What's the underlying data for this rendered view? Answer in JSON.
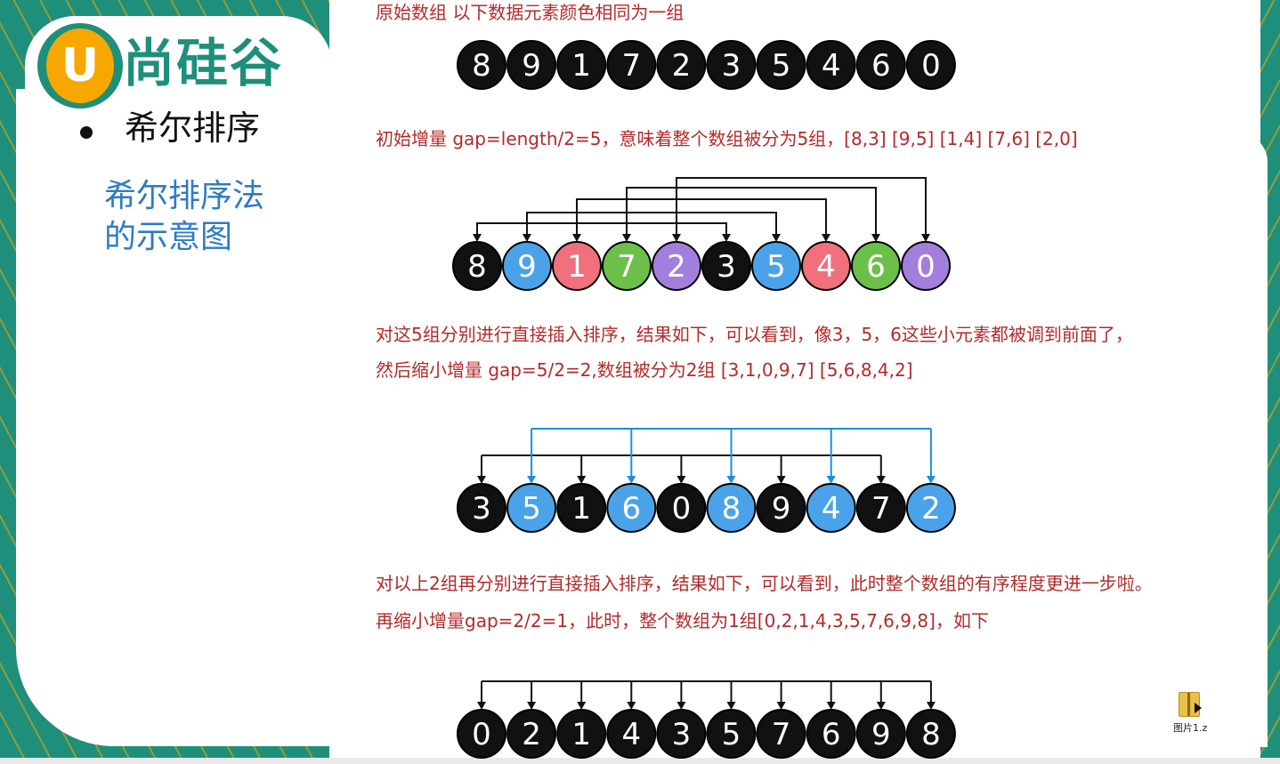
{
  "logo": {
    "letter": "U",
    "text": "尚硅谷"
  },
  "slide": {
    "bullet": "希尔排序",
    "caption_line1": "希尔排序法",
    "caption_line2": "的示意图"
  },
  "notes": {
    "n1": "原始数组  以下数据元素颜色相同为一组",
    "n2": "初始增量 gap=length/2=5，意味着整个数组被分为5组，[8,3] [9,5] [1,4] [7,6] [2,0]",
    "n3": "对这5组分别进行直接插入排序，结果如下，可以看到，像3，5，6这些小元素都被调到前面了，",
    "n4": "然后缩小增量 gap=5/2=2,数组被分为2组 [3,1,0,9,7] [5,6,8,4,2]",
    "n5": "对以上2组再分别进行直接插入排序，结果如下，可以看到，此时整个数组的有序程度更进一步啦。",
    "n6": "再缩小增量gap=2/2=1，此时，整个数组为1组[0,2,1,4,3,5,7,6,9,8]，如下"
  },
  "colors": {
    "black": "#111111",
    "blue": "#4aa3e8",
    "red": "#f0707c",
    "green": "#6cc04a",
    "purple": "#a27fdc",
    "arrow_blue": "#1a8ee6",
    "note_red": "#b32a2a"
  },
  "rows": [
    {
      "values": [
        "8",
        "9",
        "1",
        "7",
        "2",
        "3",
        "5",
        "4",
        "6",
        "0"
      ],
      "colors": [
        "black",
        "black",
        "black",
        "black",
        "black",
        "black",
        "black",
        "black",
        "black",
        "black"
      ]
    },
    {
      "values": [
        "8",
        "9",
        "1",
        "7",
        "2",
        "3",
        "5",
        "4",
        "6",
        "0"
      ],
      "colors": [
        "black",
        "blue",
        "red",
        "green",
        "purple",
        "black",
        "blue",
        "red",
        "green",
        "purple"
      ]
    },
    {
      "values": [
        "3",
        "5",
        "1",
        "6",
        "0",
        "8",
        "9",
        "4",
        "7",
        "2"
      ],
      "colors": [
        "black",
        "blue",
        "black",
        "blue",
        "black",
        "blue",
        "black",
        "blue",
        "black",
        "blue"
      ]
    },
    {
      "values": [
        "0",
        "2",
        "1",
        "4",
        "3",
        "5",
        "7",
        "6",
        "9",
        "8"
      ],
      "colors": [
        "black",
        "black",
        "black",
        "black",
        "black",
        "black",
        "black",
        "black",
        "black",
        "black"
      ]
    }
  ],
  "file": {
    "label": "图片1.z",
    "icon": "folder-icon"
  }
}
